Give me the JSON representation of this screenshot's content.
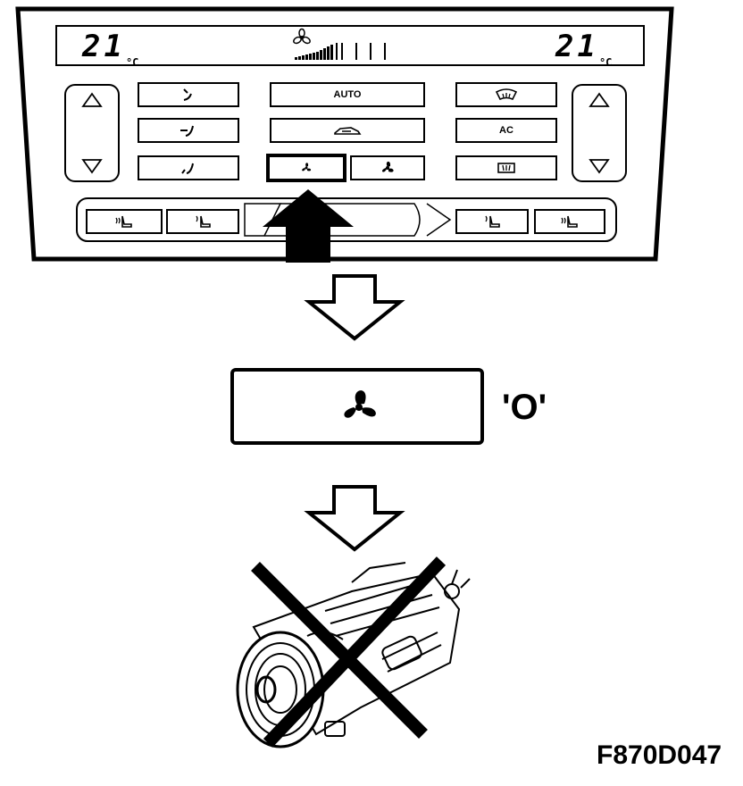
{
  "display": {
    "left_temp": "21",
    "right_temp": "21",
    "unit": "°C"
  },
  "buttons": {
    "auto_label": "AUTO",
    "ac_label": "AC"
  },
  "result_label": "'O'",
  "figure_id": "F870D047",
  "icons": {
    "fan": "fan-icon",
    "arrow": "down-arrow-icon",
    "compressor": "ac-compressor-icon",
    "cross": "cross-out-icon"
  }
}
